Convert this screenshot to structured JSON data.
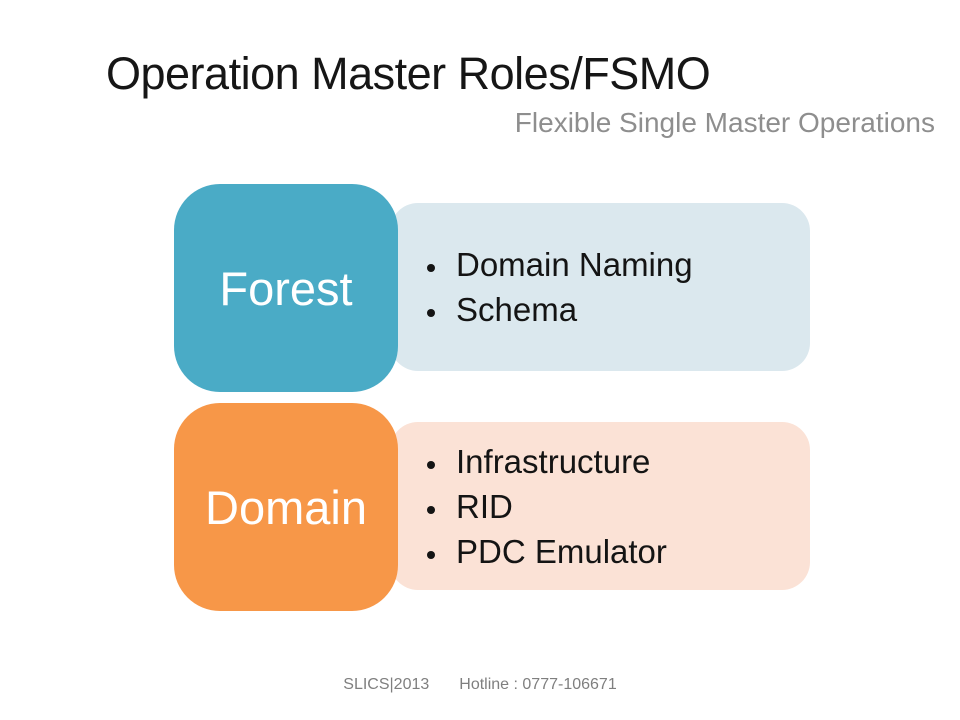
{
  "slide": {
    "title": "Operation Master Roles/FSMO",
    "subtitle": "Flexible Single Master Operations",
    "footer": {
      "left": "SLICS|2013",
      "right": "Hotline : 0777-106671"
    }
  },
  "diagram": {
    "type": "smartart-vertical-box-list",
    "rows": [
      {
        "label": "Forest",
        "box_color": "#4AABC6",
        "panel_color": "#DBE8EE",
        "text_color": "#FFFFFF",
        "items": [
          "Domain Naming",
          "Schema"
        ]
      },
      {
        "label": "Domain",
        "box_color": "#F79748",
        "panel_color": "#FBE2D6",
        "text_color": "#FFFFFF",
        "items": [
          "Infrastructure",
          "RID",
          "PDC Emulator"
        ]
      }
    ]
  },
  "colors": {
    "background": "#FFFFFF",
    "title_text": "#161616",
    "subtitle_text": "#8E8E8E",
    "bullet_text": "#141414",
    "footer_text": "#7F7F7F"
  }
}
